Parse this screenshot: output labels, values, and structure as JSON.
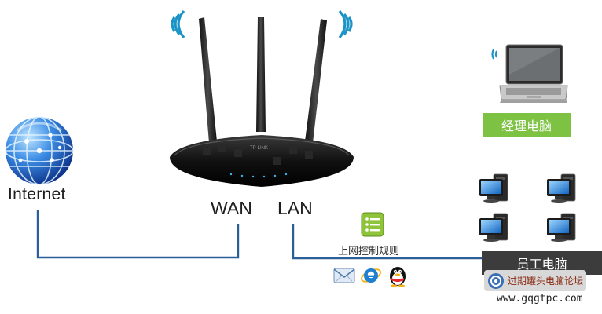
{
  "labels": {
    "internet": "Internet",
    "wan": "WAN",
    "lan": "LAN",
    "access_rule": "上网控制规则",
    "manager_pc": "经理电脑",
    "staff_pc": "员工电脑"
  },
  "watermark": {
    "forum": "过期罐头电脑论坛",
    "site": "www.gqgtpc.com"
  },
  "router": {
    "brand": "TP-LINK"
  },
  "colors": {
    "line": "#2b5f98",
    "manager_box": "#7dc243",
    "staff_box": "#3c3c3c",
    "wifi": "#1a94c6"
  }
}
